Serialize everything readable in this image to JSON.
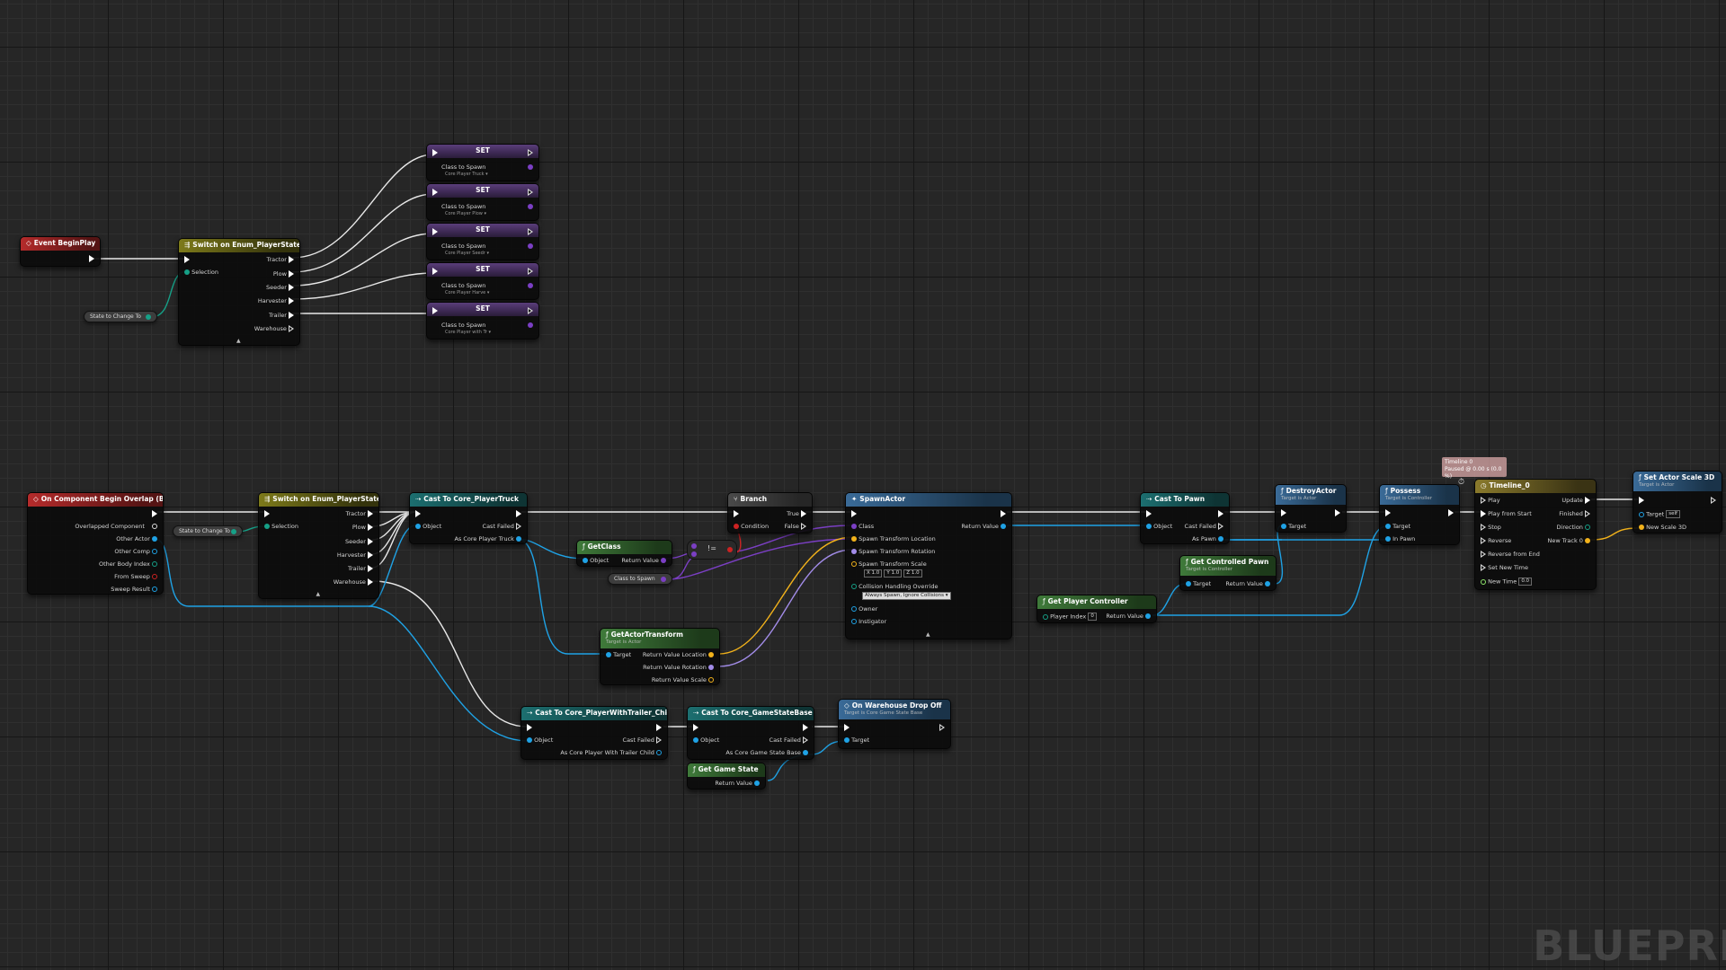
{
  "watermark": "BLUEPRI",
  "comment": {
    "line1": "Timeline 0",
    "line2": "Paused @ 0.00 s (0.0 %)"
  },
  "begin_play": {
    "title": "Event BeginPlay"
  },
  "switch1": {
    "title": "Switch on Enum_PlayerStates",
    "selection": "Selection",
    "outputs": [
      "Tractor",
      "Plow",
      "Seeder",
      "Harvester",
      "Trailer",
      "Warehouse"
    ]
  },
  "state_var_1": "State to Change To",
  "state_var_2": "State to Change To",
  "set_nodes": [
    {
      "title": "SET",
      "pin": "Class to Spawn",
      "value": "Core Player Truck"
    },
    {
      "title": "SET",
      "pin": "Class to Spawn",
      "value": "Core Player Plow"
    },
    {
      "title": "SET",
      "pin": "Class to Spawn",
      "value": "Core Player Seedr"
    },
    {
      "title": "SET",
      "pin": "Class to Spawn",
      "value": "Core Player Harve"
    },
    {
      "title": "SET",
      "pin": "Class to Spawn",
      "value": "Core Player with Tr"
    }
  ],
  "overlap": {
    "title": "On Component Begin Overlap (Box)",
    "outputs": [
      "Overlapped Component",
      "Other Actor",
      "Other Comp",
      "Other Body Index",
      "From Sweep",
      "Sweep Result"
    ]
  },
  "switch2": {
    "title": "Switch on Enum_PlayerStates",
    "selection": "Selection",
    "outputs": [
      "Tractor",
      "Plow",
      "Seeder",
      "Harvester",
      "Trailer",
      "Warehouse"
    ]
  },
  "cast_truck": {
    "title": "Cast To Core_PlayerTruck",
    "object": "Object",
    "failed": "Cast Failed",
    "as": "As Core Player Truck"
  },
  "getclass": {
    "title": "GetClass",
    "object": "Object",
    "ret": "Return Value"
  },
  "neq": {
    "symbol": "!="
  },
  "class_var": "Class to Spawn",
  "branch": {
    "title": "Branch",
    "true": "True",
    "false": "False",
    "cond": "Condition"
  },
  "spawn": {
    "title": "SpawnActor",
    "class": "Class",
    "ret": "Return Value",
    "loc": "Spawn Transform Location",
    "rot": "Spawn Transform Rotation",
    "scale": "Spawn Transform Scale",
    "scale_vals": [
      "1.0",
      "1.0",
      "1.0"
    ],
    "coll": "Collision Handling Override",
    "coll_val": "Always Spawn, Ignore Collisions",
    "owner": "Owner",
    "instigator": "Instigator"
  },
  "get_transform": {
    "title": "GetActorTransform",
    "sub": "Target is Actor",
    "target": "Target",
    "outs": [
      "Return Value Location",
      "Return Value Rotation",
      "Return Value Scale"
    ]
  },
  "cast_trailer": {
    "title": "Cast To Core_PlayerWithTrailer_Child",
    "object": "Object",
    "failed": "Cast Failed",
    "as": "As Core Player With Trailer Child"
  },
  "cast_gsb": {
    "title": "Cast To Core_GameStateBase",
    "object": "Object",
    "failed": "Cast Failed",
    "as": "As Core Game State Base"
  },
  "get_game_state": {
    "title": "Get Game State",
    "ret": "Return Value"
  },
  "warehouse": {
    "title": "On Warehouse Drop Off",
    "sub": "Target is Core Game State Base",
    "target": "Target"
  },
  "cast_pawn": {
    "title": "Cast To Pawn",
    "object": "Object",
    "failed": "Cast Failed",
    "as": "As Pawn"
  },
  "get_pc": {
    "title": "Get Player Controller",
    "idx": "Player Index",
    "idx_val": "0",
    "ret": "Return Value"
  },
  "get_cp": {
    "title": "Get Controlled Pawn",
    "sub": "Target is Controller",
    "target": "Target",
    "ret": "Return Value"
  },
  "destroy": {
    "title": "DestroyActor",
    "sub": "Target is Actor",
    "target": "Target"
  },
  "possess": {
    "title": "Possess",
    "sub": "Target is Controller",
    "target": "Target",
    "inpawn": "In Pawn"
  },
  "timeline": {
    "title": "Timeline_0",
    "ins": [
      "Play",
      "Play from Start",
      "Stop",
      "Reverse",
      "Reverse from End",
      "Set New Time",
      "New Time"
    ],
    "new_time": "0.0",
    "outs": [
      "Update",
      "Finished",
      "Direction",
      "New Track 0"
    ]
  },
  "scale3d": {
    "title": "Set Actor Scale 3D",
    "sub": "Target is Actor",
    "target": "Target",
    "target_val": "self",
    "ns": "New Scale 3D"
  }
}
